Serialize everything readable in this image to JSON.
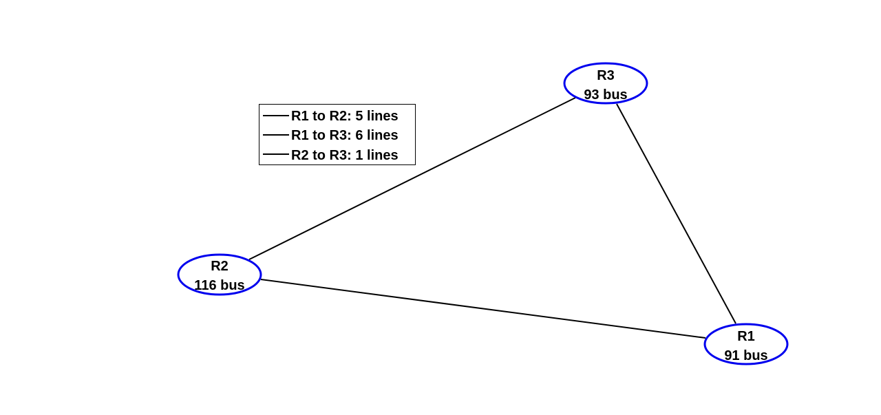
{
  "colors": {
    "node_outline": "#0000ee",
    "edge": "#000000",
    "legend_border": "#000000",
    "text": "#000000",
    "background": "#ffffff"
  },
  "nodes": {
    "r1": {
      "name": "R1",
      "buses": "91 bus"
    },
    "r2": {
      "name": "R2",
      "buses": "116 bus"
    },
    "r3": {
      "name": "R3",
      "buses": "93 bus"
    }
  },
  "edges": [
    {
      "from": "R1",
      "to": "R2",
      "line_count": 5
    },
    {
      "from": "R1",
      "to": "R3",
      "line_count": 6
    },
    {
      "from": "R2",
      "to": "R3",
      "line_count": 1
    }
  ],
  "legend": {
    "entries": [
      "R1 to R2: 5 lines",
      "R1 to R3: 6 lines",
      "R2 to R3: 1 lines"
    ]
  }
}
